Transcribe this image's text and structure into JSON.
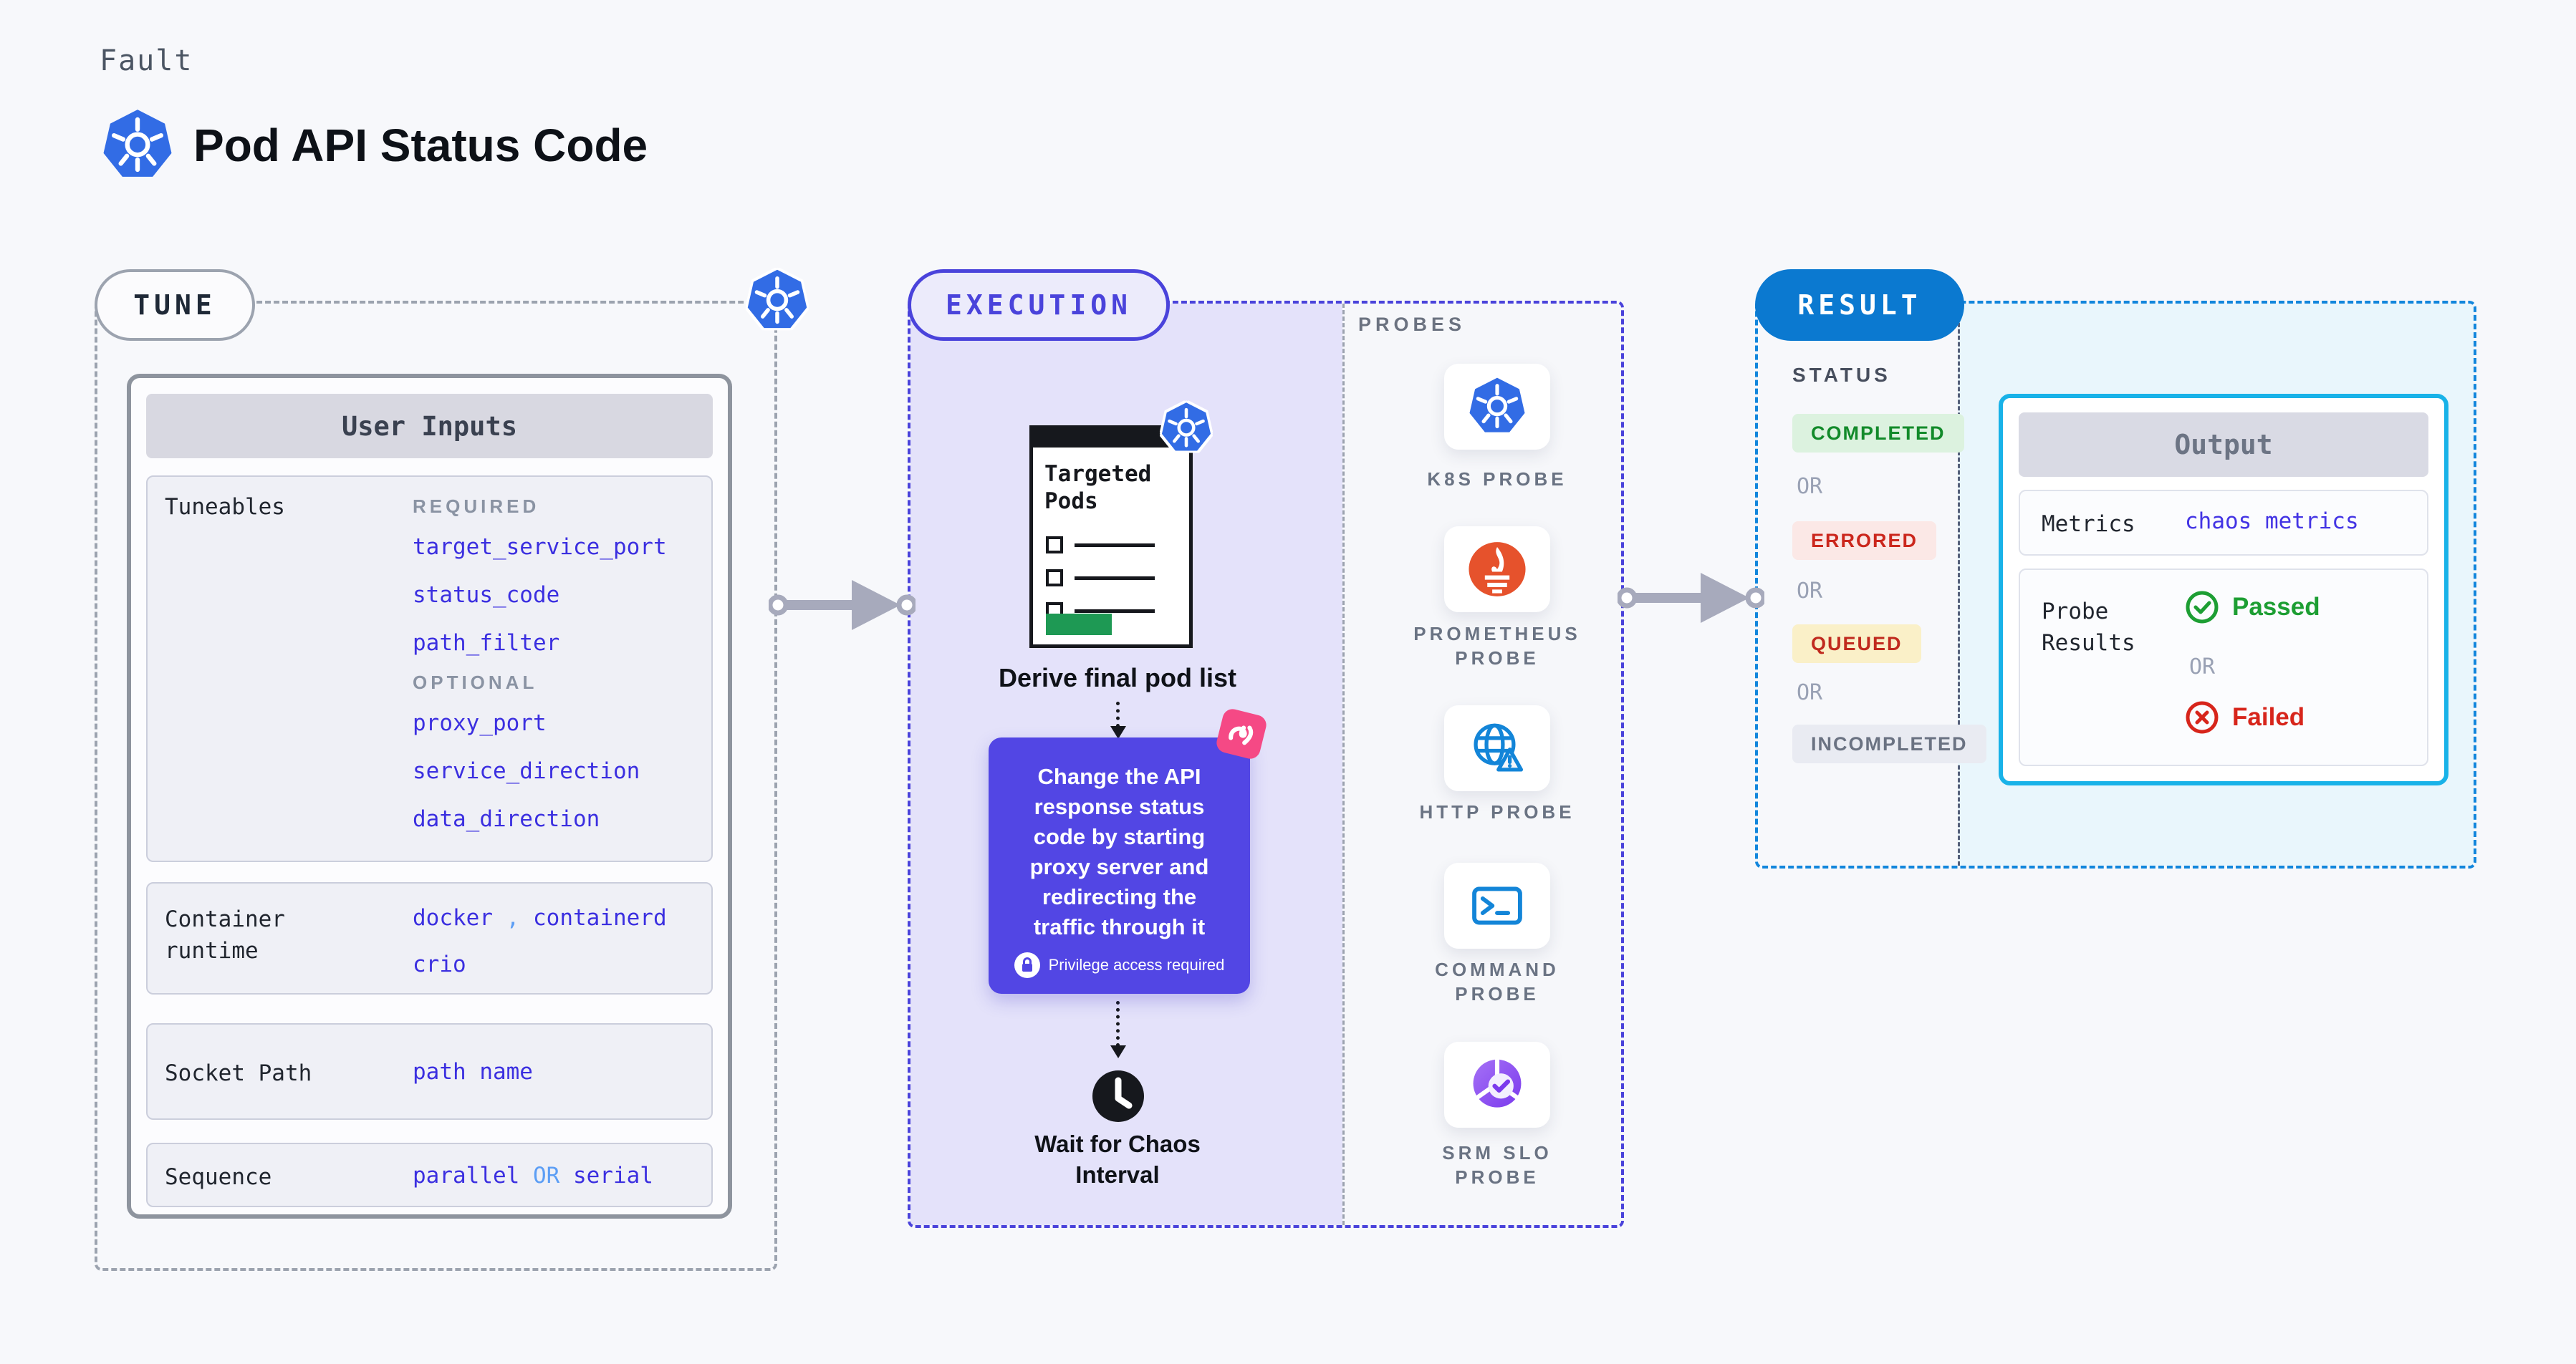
{
  "header": {
    "kicker": "Fault",
    "title": "Pod API Status Code"
  },
  "tune": {
    "pill": "TUNE",
    "card_title": "User Inputs",
    "tuneables": {
      "label": "Tuneables",
      "required_label": "REQUIRED",
      "required": [
        "target_service_port",
        "status_code",
        "path_filter"
      ],
      "optional_label": "OPTIONAL",
      "optional": [
        "proxy_port",
        "service_direction",
        "data_direction"
      ]
    },
    "runtime": {
      "label": "Container runtime",
      "value_1": "docker",
      "separator": ",",
      "value_2": "containerd",
      "value_3": "crio"
    },
    "socket": {
      "label": "Socket Path",
      "value": "path name"
    },
    "sequence": {
      "label": "Sequence",
      "value_a": "parallel",
      "or": "OR",
      "value_b": "serial"
    }
  },
  "execution": {
    "pill": "EXECUTION",
    "targeted_pods": "Targeted Pods",
    "derive": "Derive final pod list",
    "action": "Change the API response status code by starting proxy server and redirecting the traffic through it",
    "privilege": "Privilege access required",
    "wait": "Wait for Chaos Interval"
  },
  "probes": {
    "heading": "PROBES",
    "items": [
      {
        "label": "K8S PROBE",
        "icon": "kubernetes-icon"
      },
      {
        "label": "PROMETHEUS PROBE",
        "icon": "prometheus-icon"
      },
      {
        "label": "HTTP PROBE",
        "icon": "http-globe-icon"
      },
      {
        "label": "COMMAND PROBE",
        "icon": "terminal-icon"
      },
      {
        "label": "SRM SLO PROBE",
        "icon": "slo-pie-icon"
      }
    ]
  },
  "result": {
    "pill": "RESULT",
    "status_heading": "STATUS",
    "or": "OR",
    "statuses": [
      {
        "label": "COMPLETED",
        "color": "#128A2A",
        "bg": "#DCF2DF"
      },
      {
        "label": "ERRORED",
        "color": "#CB271D",
        "bg": "#FBE8E6"
      },
      {
        "label": "QUEUED",
        "color": "#C02A1E",
        "bg": "#FAF0C8"
      },
      {
        "label": "INCOMPLETED",
        "color": "#6A7282",
        "bg": "#E9EBF2"
      }
    ],
    "output": {
      "title": "Output",
      "metrics_label": "Metrics",
      "metrics_value": "chaos metrics",
      "probe_label": "Probe Results",
      "passed": "Passed",
      "or": "OR",
      "failed": "Failed"
    }
  },
  "colors": {
    "page_bg": "#F7F8FB",
    "kubernetes_blue": "#326CE5",
    "tune_border": "#9CA3AF",
    "param_blue": "#3B2FE0",
    "param_light_blue": "#5C9EF5",
    "execution_indigo": "#4A43DB",
    "execution_bg": "#E4E2FA",
    "action_card_bg": "#5246E4",
    "chaos_pink": "#F54985",
    "prometheus_orange": "#E6522C",
    "result_blue": "#0B79D0",
    "result_dash": "#1286DC",
    "output_border": "#18B2E8",
    "result_bg": "#E9F6FC",
    "passed_green": "#1D9E33",
    "failed_red": "#D7251B",
    "arrow_gray": "#A7AABC",
    "targeted_green": "#1E9954"
  }
}
